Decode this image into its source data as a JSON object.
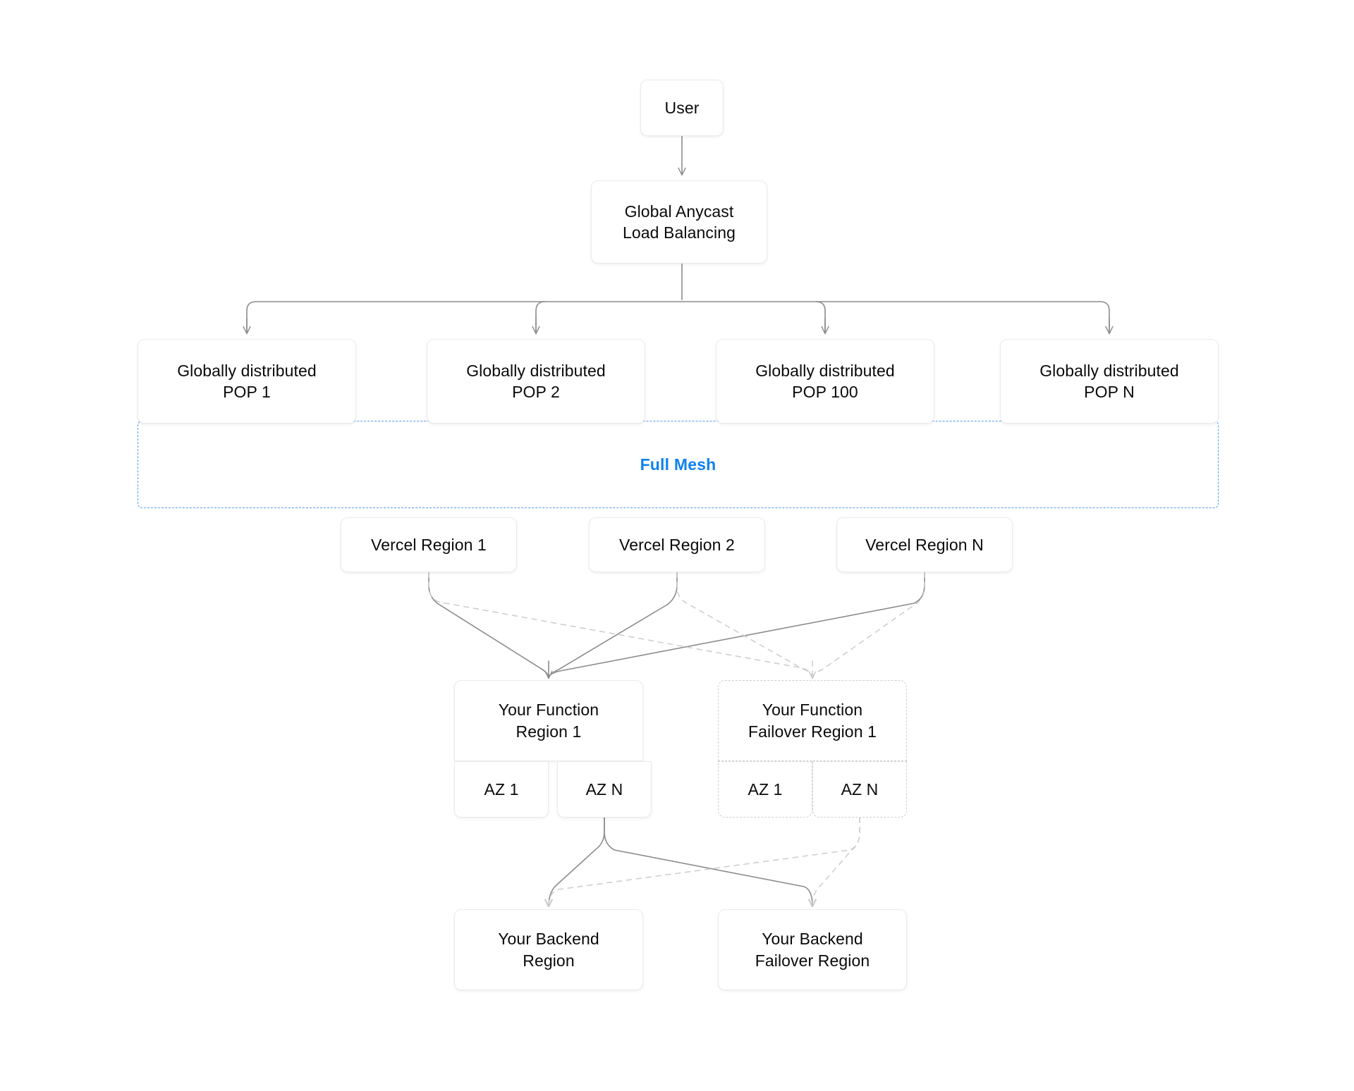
{
  "diagram": {
    "title": "Vercel global anycast routing and failover architecture",
    "background_color": "#ffffff",
    "accent_color": "#0f82f2",
    "edge_color": "#8c8c8c",
    "edge_dashed_color": "#cccccc",
    "node_border_color": "#ebebeb"
  },
  "nodes": {
    "user": {
      "label": "User"
    },
    "anycast": {
      "label": "Global Anycast\nLoad Balancing"
    },
    "pop1": {
      "label": "Globally distributed\nPOP 1"
    },
    "pop2": {
      "label": "Globally distributed\nPOP 2"
    },
    "pop100": {
      "label": "Globally distributed\nPOP 100"
    },
    "popN": {
      "label": "Globally distributed\nPOP N"
    },
    "vercel_region_1": {
      "label": "Vercel Region 1"
    },
    "vercel_region_2": {
      "label": "Vercel Region 2"
    },
    "vercel_region_n": {
      "label": "Vercel Region N"
    },
    "function_region_1": {
      "label": "Your Function\nRegion 1"
    },
    "function_failover_region_1": {
      "label": "Your Function\nFailover Region 1"
    },
    "function_az_1": {
      "label": "AZ 1"
    },
    "function_az_n": {
      "label": "AZ N"
    },
    "failover_az_1": {
      "label": "AZ 1"
    },
    "failover_az_n": {
      "label": "AZ N"
    },
    "backend_region": {
      "label": "Your Backend\nRegion"
    },
    "backend_failover_region": {
      "label": "Your Backend\nFailover Region"
    }
  },
  "groups": {
    "full_mesh": {
      "label": "Full Mesh"
    }
  }
}
